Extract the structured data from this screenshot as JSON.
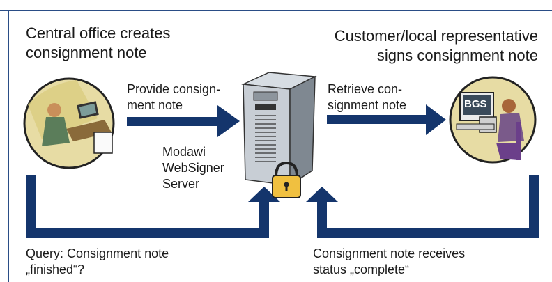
{
  "labels": {
    "central_line1": "Central office creates",
    "central_line2": "consignment note",
    "customer_line1": "Customer/local representative",
    "customer_line2": "signs consignment note",
    "provide_line1": "Provide consign-",
    "provide_line2": "ment note",
    "retrieve_line1": "Retrieve con-",
    "retrieve_line2": "signment note",
    "server_line1": "Modawi",
    "server_line2": "WebSigner",
    "server_line3": "Server",
    "query_line1": "Query: Consignment note",
    "query_line2": "„finished“?",
    "status_line1": "Consignment note receives",
    "status_line2": "status „complete“",
    "monitor_text": "BGS"
  },
  "colors": {
    "arrow": "#14356c",
    "border": "#2a4d86",
    "lock": "#f0c040",
    "server": "#9aa2ab"
  },
  "icons": [
    "office-worker-icon",
    "server-icon",
    "padlock-icon",
    "customer-worker-icon"
  ]
}
